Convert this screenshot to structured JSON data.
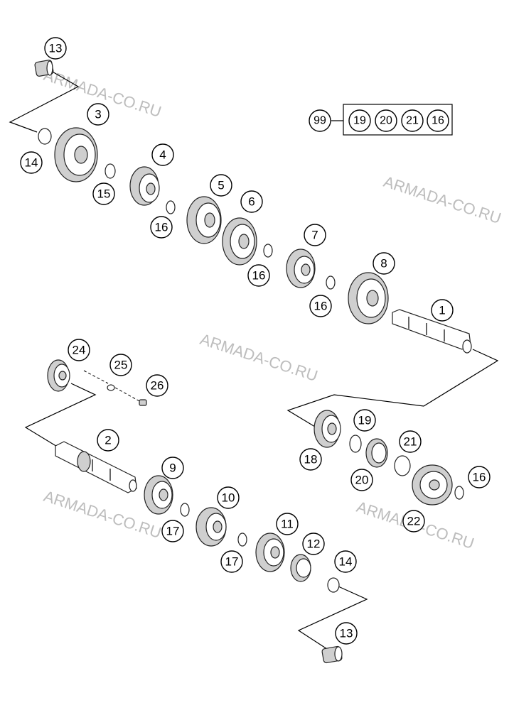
{
  "watermarks": [
    "ARMADA-CO.RU",
    "ARMADA-CO.RU",
    "ARMADA-CO.RU",
    "ARMADA-CO.RU",
    "ARMADA-CO.RU"
  ],
  "kit": {
    "label": "99",
    "items": [
      "19",
      "20",
      "21",
      "16"
    ]
  },
  "callouts": [
    {
      "id": "c13a",
      "label": "13"
    },
    {
      "id": "c3",
      "label": "3"
    },
    {
      "id": "c14a",
      "label": "14"
    },
    {
      "id": "c4",
      "label": "4"
    },
    {
      "id": "c15",
      "label": "15"
    },
    {
      "id": "c5",
      "label": "5"
    },
    {
      "id": "c6",
      "label": "6"
    },
    {
      "id": "c16a",
      "label": "16"
    },
    {
      "id": "c16b",
      "label": "16"
    },
    {
      "id": "c7",
      "label": "7"
    },
    {
      "id": "c16c",
      "label": "16"
    },
    {
      "id": "c8",
      "label": "8"
    },
    {
      "id": "c1",
      "label": "1"
    },
    {
      "id": "c24",
      "label": "24"
    },
    {
      "id": "c25",
      "label": "25"
    },
    {
      "id": "c26",
      "label": "26"
    },
    {
      "id": "c2",
      "label": "2"
    },
    {
      "id": "c9",
      "label": "9"
    },
    {
      "id": "c17a",
      "label": "17"
    },
    {
      "id": "c10",
      "label": "10"
    },
    {
      "id": "c17b",
      "label": "17"
    },
    {
      "id": "c11",
      "label": "11"
    },
    {
      "id": "c12",
      "label": "12"
    },
    {
      "id": "c19",
      "label": "19"
    },
    {
      "id": "c21",
      "label": "21"
    },
    {
      "id": "c18",
      "label": "18"
    },
    {
      "id": "c20",
      "label": "20"
    },
    {
      "id": "c16d",
      "label": "16"
    },
    {
      "id": "c22",
      "label": "22"
    },
    {
      "id": "c14b",
      "label": "14"
    },
    {
      "id": "c13b",
      "label": "13"
    }
  ]
}
